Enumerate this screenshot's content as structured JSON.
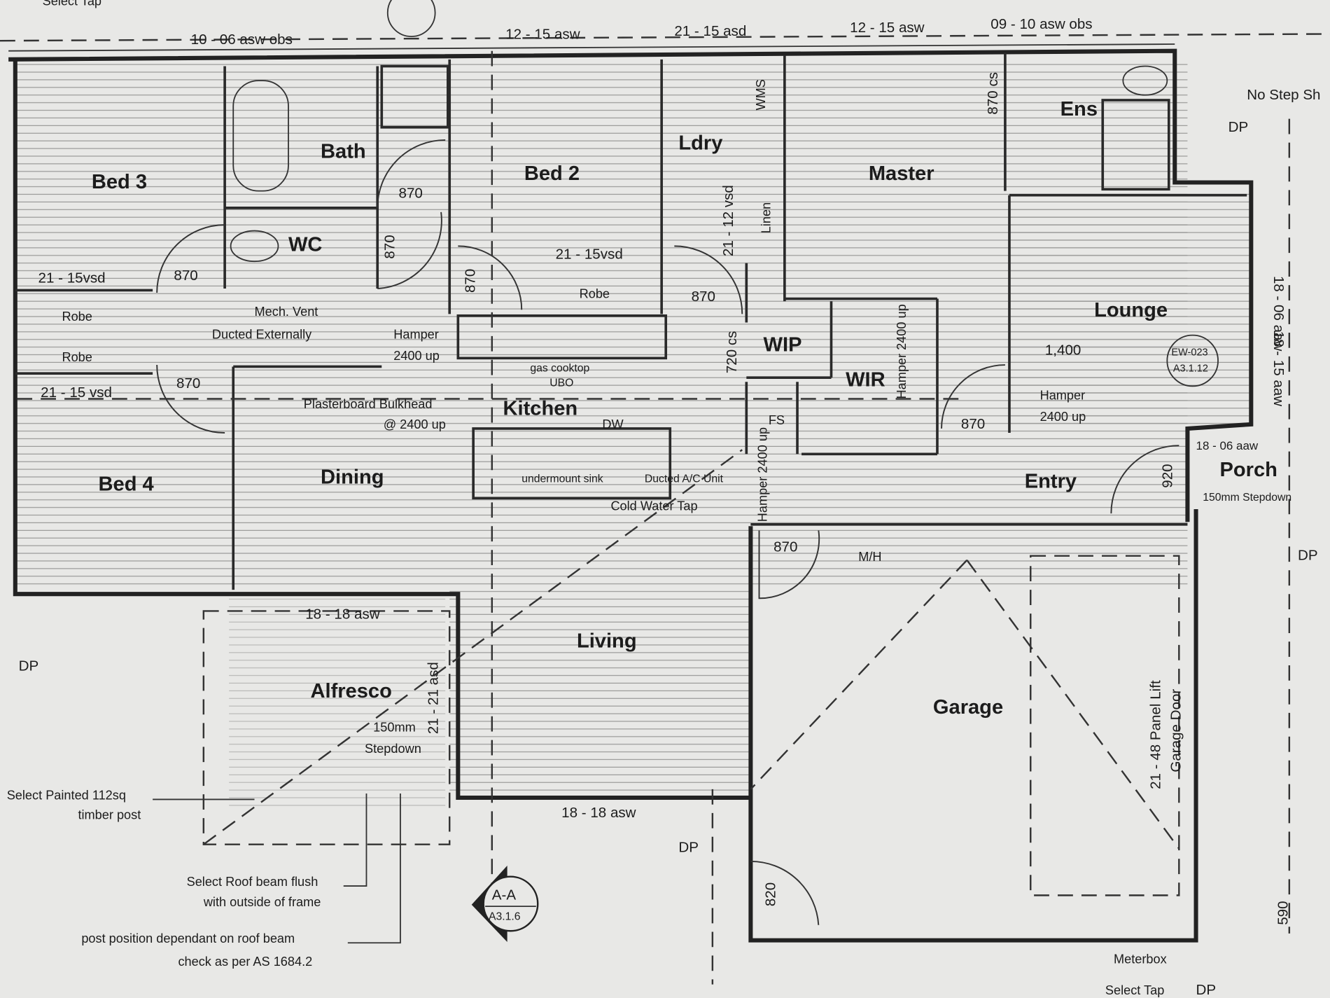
{
  "rooms": [
    "Bed 3",
    "Bath",
    "WC",
    "Bed 2",
    "Ldry",
    "Master",
    "Ens",
    "Lounge",
    "WIP",
    "WIR",
    "Kitchen",
    "Dining",
    "Bed 4",
    "Entry",
    "Porch",
    "Living",
    "Alfresco",
    "Garage"
  ],
  "dimensions": {
    "top": [
      "10 - 06 asw obs",
      "12 - 15 asw",
      "21 - 15 asd",
      "12 - 15 asw",
      "09 - 10 asw obs"
    ],
    "windows": [
      "21 - 15vsd",
      "21 - 15 vsd",
      "21 - 15vsd",
      "18 - 18 asw",
      "18 - 18 asw",
      "21 - 21 asd",
      "21 - 12 vsd",
      "870 cs",
      "720 cs",
      "18 - 06 aaw",
      "18 - 15 aaw",
      "18 - 06 aaw"
    ],
    "doors": [
      "870",
      "870",
      "870",
      "870",
      "870",
      "870",
      "870",
      "870",
      "920",
      "820",
      "590",
      "1,400"
    ],
    "garage_door": [
      "21 - 48 Panel Lift",
      "Garage Door"
    ]
  },
  "notes": {
    "no_step": "No Step Sh",
    "dp": "DP",
    "robe": "Robe",
    "linen": "Linen",
    "wms": "WMS",
    "hamper": "Hamper",
    "hamper_up": "2400 up",
    "hamper_full": "Hamper 2400 up",
    "mech_vent": "Mech. Vent",
    "ducted_ext": "Ducted Externally",
    "bulkhead": "Plasterboard Bulkhead",
    "bulkhead_h": "@ 2400 up",
    "gas_cooktop": "gas cooktop",
    "ubo": "UBO",
    "dw": "DW",
    "sink": "undermount sink",
    "ac": "Ducted A/C Unit",
    "cold_tap": "Cold Water Tap",
    "fs": "FS",
    "mh": "M/H",
    "ew": "EW-023",
    "ew_ref": "A3.1.12",
    "stepdown_porch": "150mm Stepdown",
    "stepdown_a": "150mm",
    "stepdown_b": "Stepdown",
    "post_1": "Select Painted 112sq",
    "post_2": "timber post",
    "beam_1": "Select Roof beam flush",
    "beam_2": "with outside of frame",
    "pos_1": "post position dependant on roof beam",
    "pos_2": "check as per AS 1684.2",
    "section": "A-A",
    "section_ref": "A3.1.6",
    "meterbox": "Meterbox",
    "select_tap": "Select Tap"
  }
}
